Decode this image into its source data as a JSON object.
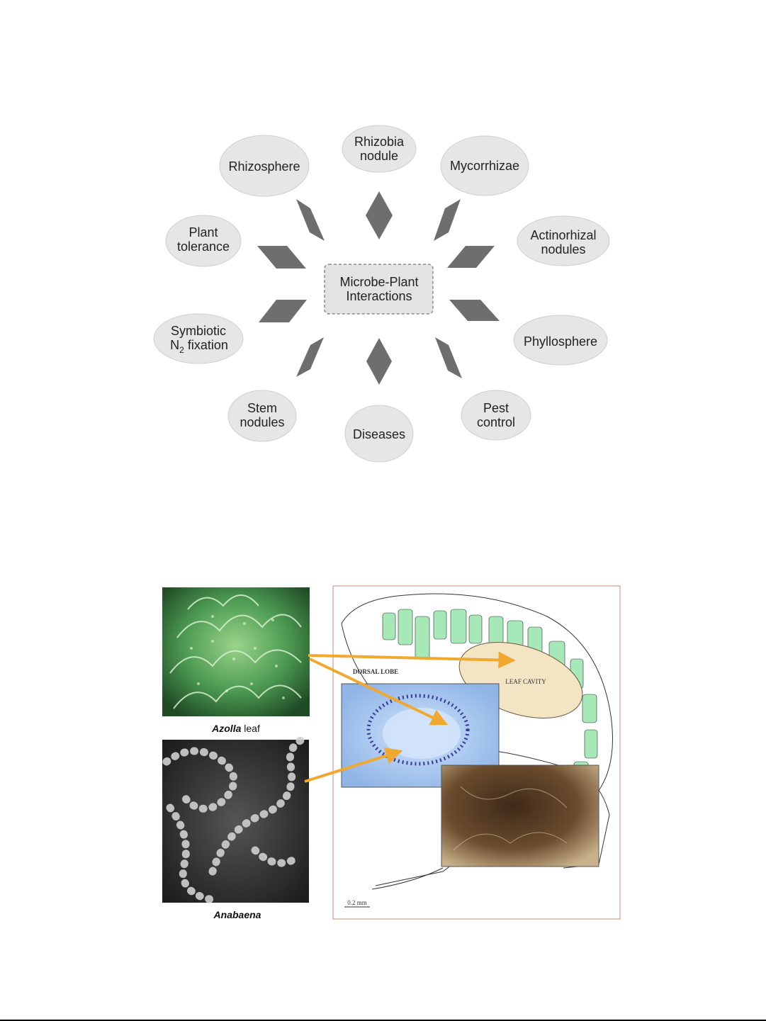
{
  "diagram": {
    "center": {
      "line1": "Microbe-Plant",
      "line2": "Interactions"
    },
    "nodes": {
      "rhizobia": {
        "line1": "Rhizobia",
        "line2": "nodule"
      },
      "mycorrhizae": {
        "line1": "Mycorrhizae"
      },
      "actinorhizal": {
        "line1": "Actinorhizal",
        "line2": "nodules"
      },
      "phyllosphere": {
        "line1": "Phyllosphere"
      },
      "pest": {
        "line1": "Pest",
        "line2": "control"
      },
      "diseases": {
        "line1": "Diseases"
      },
      "stem": {
        "line1": "Stem",
        "line2": "nodules"
      },
      "symbiotic": {
        "line1": "Symbiotic",
        "line2_pre": "N",
        "line2_sub": "2",
        "line2_post": " fixation"
      },
      "plant_tolerance": {
        "line1": "Plant",
        "line2": "tolerance"
      },
      "rhizosphere": {
        "line1": "Rhizosphere"
      }
    },
    "colors": {
      "node_fill": "#e6e6e6",
      "node_stroke": "#cfcfcf",
      "arrow_fill": "#6e6e6e",
      "center_stroke": "#8a8a8a"
    }
  },
  "figure": {
    "azolla_caption_italic": "Azolla",
    "azolla_caption_rest": " leaf",
    "anabaena_caption": "Anabaena",
    "dorsal_lobe_label": "DORSAL LOBE",
    "leaf_cavity_label": "LEAF CAVITY",
    "scale_label": "0.2 mm",
    "colors": {
      "arrow": "#f0a830",
      "panel_border": "#c98a7a",
      "green_cells": "#a6e8b8",
      "cavity_fill": "#f3e4c4",
      "micro_blue": "#a9c8f0"
    }
  }
}
